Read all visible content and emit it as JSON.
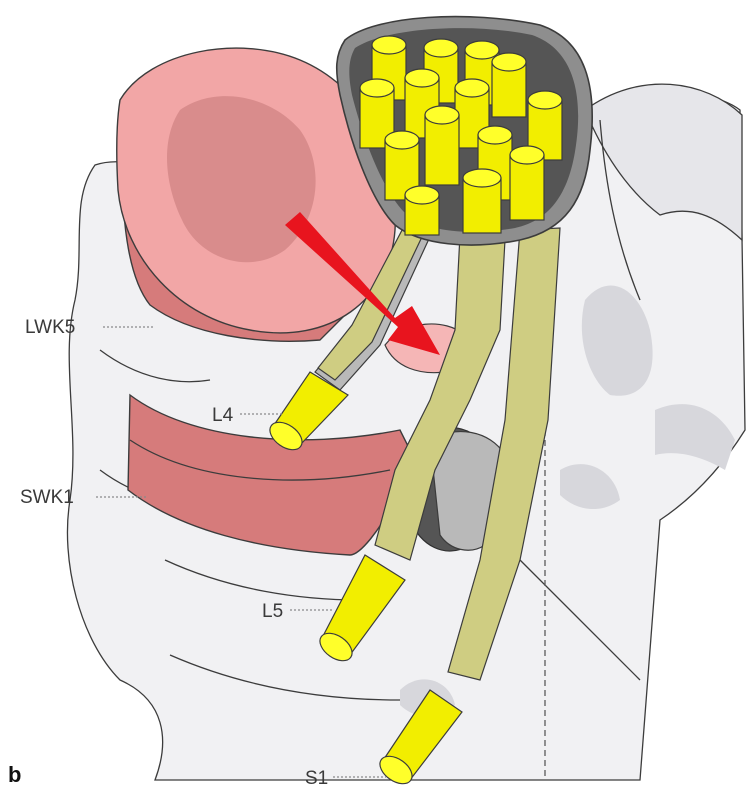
{
  "figure": {
    "panel_label": "b",
    "labels": {
      "lwk5": "LWK5",
      "swk1": "SWK1",
      "l4": "L4",
      "l5": "L5",
      "s1": "S1"
    },
    "colors": {
      "nerve": "#f2ee00",
      "disc": "#f2a6a6",
      "herniation_arrow": "#e8141e",
      "bone": "#f1f1f3"
    }
  }
}
